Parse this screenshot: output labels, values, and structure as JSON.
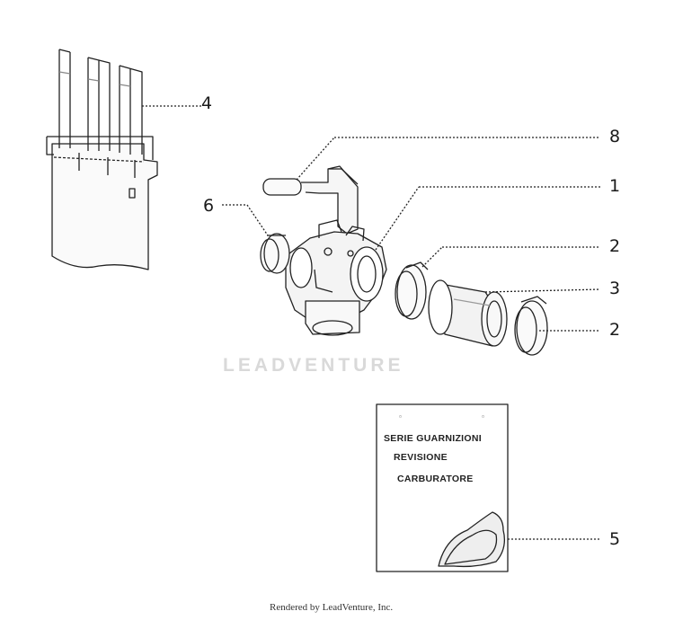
{
  "diagram": {
    "callouts": [
      "4",
      "8",
      "1",
      "6",
      "2",
      "3",
      "2",
      "5"
    ],
    "watermark": "LEADVENTURE",
    "booklet": {
      "line1": "SERIE GUARNIZIONI",
      "line2": "REVISIONE",
      "line3": "CARBURATORE"
    },
    "footer": "Rendered by LeadVenture, Inc."
  }
}
